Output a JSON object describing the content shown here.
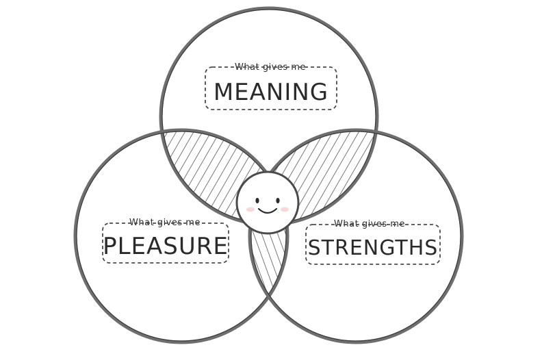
{
  "circles": {
    "top": {
      "subtitle": "What gives me",
      "label": "MEANING"
    },
    "left": {
      "subtitle": "What gives me",
      "label": "PLEASURE"
    },
    "right": {
      "subtitle": "What gives me",
      "label": "STRENGTHS"
    }
  },
  "colors": {
    "outline": "#6e6e6e",
    "hatch": "#555555",
    "text": "#2a2a2a",
    "cheek": "#f2c9c9"
  },
  "center": {
    "icon": "smiley-face-icon"
  }
}
